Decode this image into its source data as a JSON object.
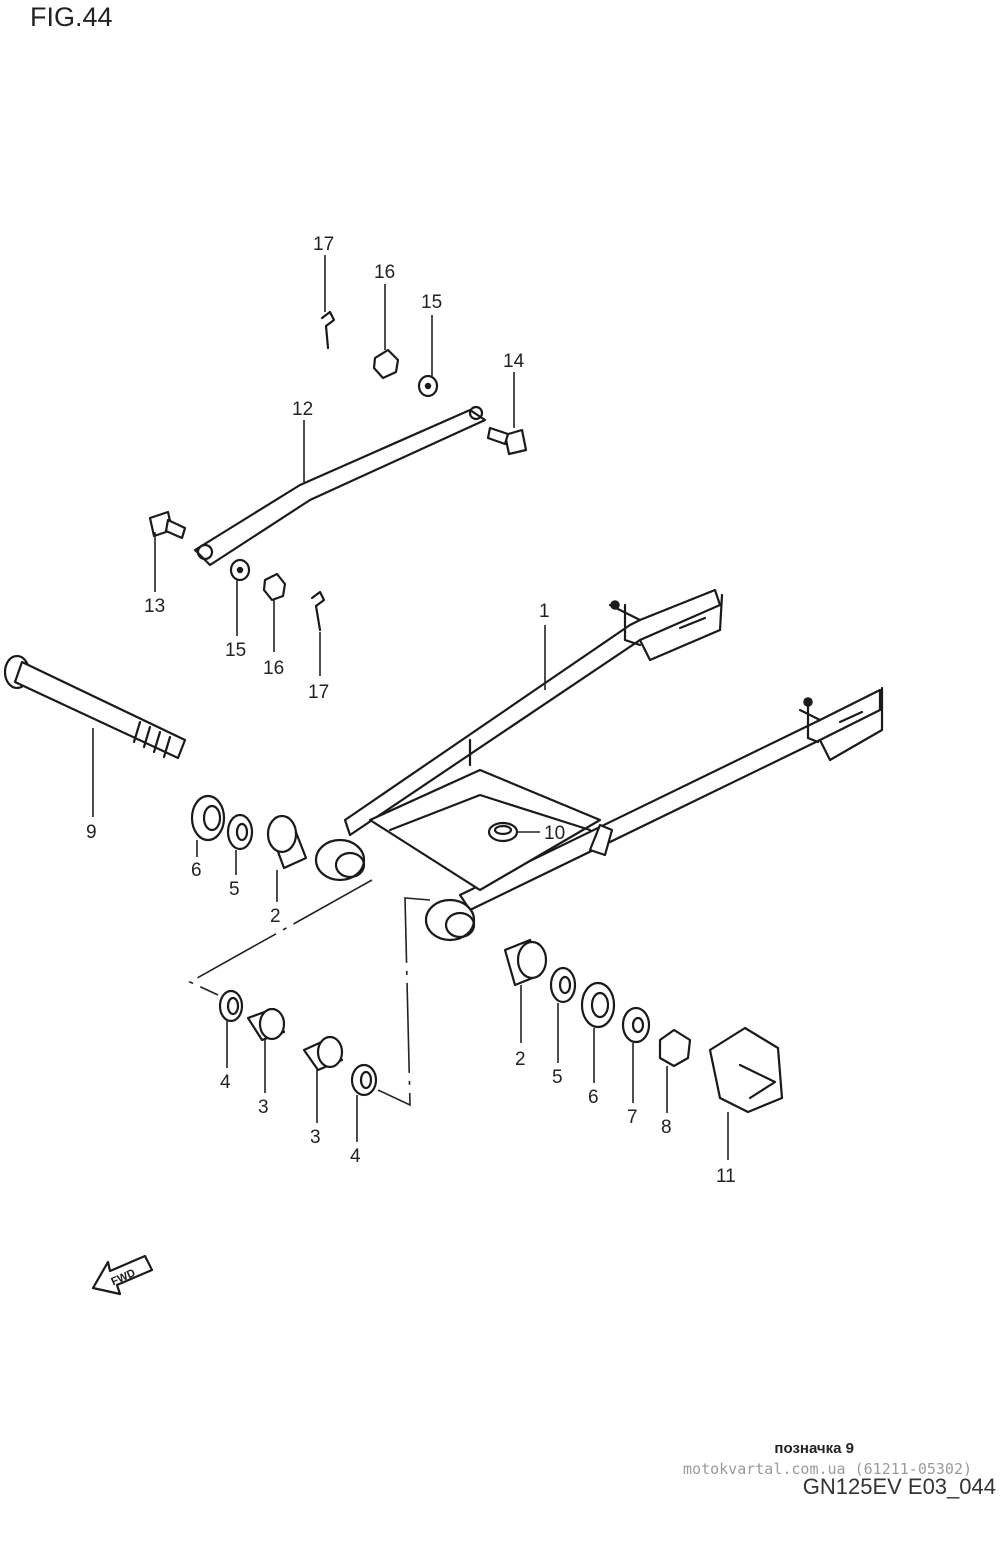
{
  "figure": {
    "title": "FIG.44"
  },
  "labels": {
    "l1": "1",
    "l2a": "2",
    "l2b": "2",
    "l3a": "3",
    "l3b": "3",
    "l4a": "4",
    "l4b": "4",
    "l5a": "5",
    "l5b": "5",
    "l6a": "6",
    "l6b": "6",
    "l7": "7",
    "l8": "8",
    "l9": "9",
    "l10": "10",
    "l11": "11",
    "l12": "12",
    "l13": "13",
    "l14": "14",
    "l15a": "15",
    "l15b": "15",
    "l16a": "16",
    "l16b": "16",
    "l17a": "17",
    "l17b": "17"
  },
  "arrow": {
    "text": "FWD"
  },
  "footer": {
    "marker": "позначка 9",
    "watermark": "motokvartal.com.ua (61211-05302)",
    "code": "GN125EV E03_044"
  }
}
